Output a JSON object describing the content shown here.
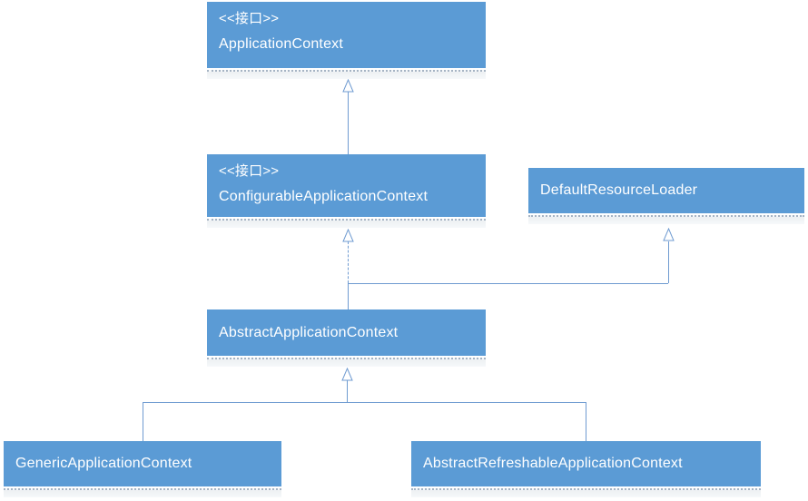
{
  "diagram": {
    "type": "uml-class-diagram",
    "colors": {
      "background": "#ffffff",
      "node_fill": "#5b9bd5",
      "node_text": "#ffffff",
      "connector": "#6f9bd1",
      "shadow_dot": "#a6b4c4"
    },
    "nodes": [
      {
        "id": "application-context",
        "stereotype": "<<接口>>",
        "name": "ApplicationContext"
      },
      {
        "id": "configurable-application-context",
        "stereotype": "<<接口>>",
        "name": "ConfigurableApplicationContext"
      },
      {
        "id": "default-resource-loader",
        "name": "DefaultResourceLoader"
      },
      {
        "id": "abstract-application-context",
        "name": "AbstractApplicationContext"
      },
      {
        "id": "generic-application-context",
        "name": "GenericApplicationContext"
      },
      {
        "id": "abstract-refreshable-application-context",
        "name": "AbstractRefreshableApplicationContext"
      }
    ],
    "relationships": [
      {
        "from": "ConfigurableApplicationContext",
        "to": "ApplicationContext",
        "type": "generalization",
        "line": "solid",
        "arrow": "hollow-triangle"
      },
      {
        "from": "AbstractApplicationContext",
        "to": "ConfigurableApplicationContext",
        "type": "realization",
        "line": "dashed",
        "arrow": "hollow-triangle"
      },
      {
        "from": "AbstractApplicationContext",
        "to": "DefaultResourceLoader",
        "type": "generalization",
        "line": "solid",
        "arrow": "hollow-triangle"
      },
      {
        "from": "GenericApplicationContext",
        "to": "AbstractApplicationContext",
        "type": "generalization",
        "line": "solid",
        "arrow": "hollow-triangle"
      },
      {
        "from": "AbstractRefreshableApplicationContext",
        "to": "AbstractApplicationContext",
        "type": "generalization",
        "line": "solid",
        "arrow": "hollow-triangle"
      }
    ]
  }
}
